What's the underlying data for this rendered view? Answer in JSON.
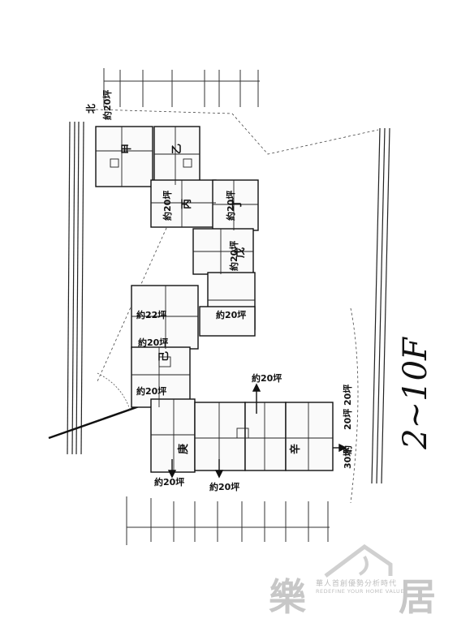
{
  "plan": {
    "floor_label": "2~10F",
    "unit_labels": [
      "甲",
      "乙",
      "丙",
      "丁",
      "戊",
      "己",
      "庚",
      "辛"
    ],
    "area_labels": [
      "約22坪",
      "約20坪",
      "約20坪",
      "約20坪",
      "約20坪",
      "約20坪",
      "約20坪",
      "約20坪",
      "約20坪",
      "約20坪",
      "約20坪"
    ],
    "side_labels": [
      "20坪",
      "30坪"
    ],
    "north_label": "北",
    "right_marks": [
      "20坪",
      "約"
    ]
  },
  "watermark": {
    "char_left": "樂",
    "char_right": "居",
    "slogan_cn": "華人首創優勢分析時代",
    "slogan_en": "REDEFINE YOUR HOME VALUE"
  }
}
